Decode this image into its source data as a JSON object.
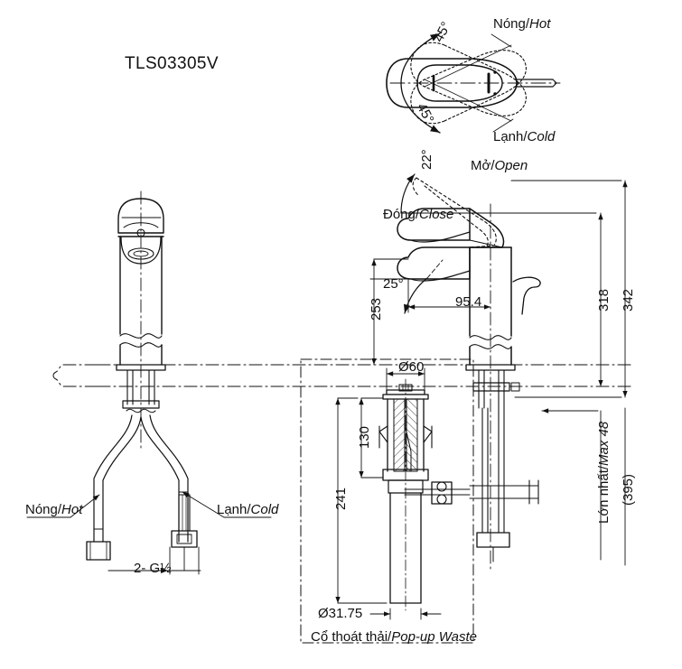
{
  "drawing": {
    "model_title": "TLS03305V",
    "type": "technical-dimension-drawing",
    "units": "mm"
  },
  "top_view": {
    "angle_left": "45°",
    "angle_right": "45°",
    "label_hot": "Nóng/Hot",
    "label_cold": "Lạnh/Cold"
  },
  "side_view": {
    "label_open": "Mở/Open",
    "label_close": "Đóng/Close",
    "angle_open": "22°",
    "angle_close": "25°",
    "spout_reach": "95.4",
    "spout_height": "253",
    "height_318": "318",
    "height_342": "342",
    "max_thickness": "Lớn nhất/Max 48",
    "overall_bracket": "(395)"
  },
  "front_view": {
    "label_hot": "Nóng/Hot",
    "label_cold": "Lạnh/Cold",
    "thread": "2- G½"
  },
  "waste_detail": {
    "caption": "Cổ thoát thải/Pop-up Waste",
    "flange_dia": "Ø60",
    "tailpiece_dia": "Ø31.75",
    "dim_130": "130",
    "dim_241": "241"
  },
  "colors": {
    "line": "#111111",
    "background": "#ffffff"
  }
}
